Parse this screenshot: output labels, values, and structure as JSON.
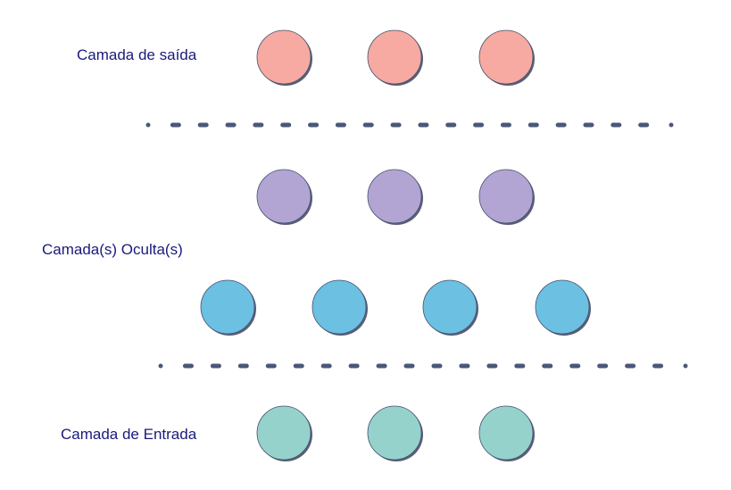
{
  "labels": {
    "output": "Camada de saída",
    "hidden": "Camada(s) Oculta(s)",
    "input": "Camada de Entrada"
  },
  "layers": [
    {
      "id": "output",
      "nodes": 3,
      "color": "#f6aaa1"
    },
    {
      "id": "hidden-1",
      "nodes": 3,
      "color": "#b2a5d3"
    },
    {
      "id": "hidden-2",
      "nodes": 4,
      "color": "#6cc0e2"
    },
    {
      "id": "input",
      "nodes": 3,
      "color": "#95d2cb"
    }
  ],
  "colors": {
    "label_text": "#1a1a7a",
    "node_outline": "#44506e",
    "separator": "#4a5878"
  }
}
